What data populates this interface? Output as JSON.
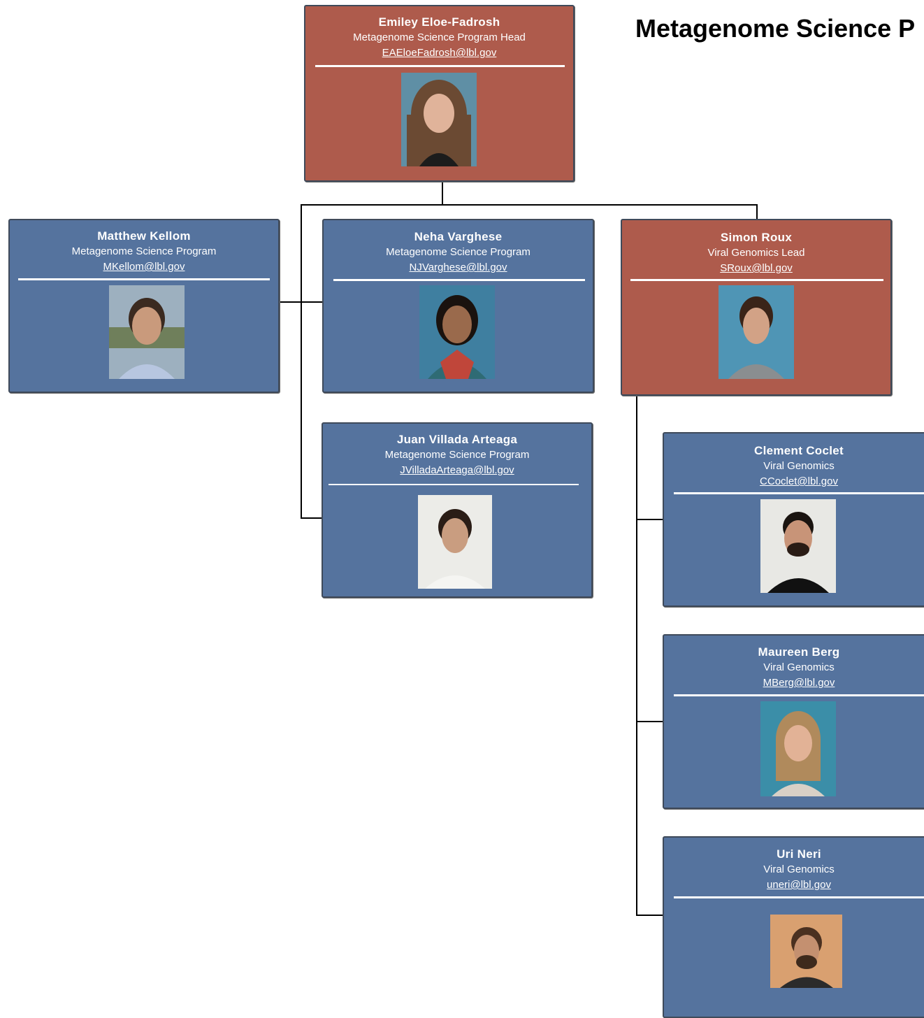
{
  "title": "Metagenome Science P",
  "colors": {
    "lead": "#ae5b4c",
    "member": "#55739e"
  },
  "people": {
    "emiley": {
      "name": "Emiley Eloe-Fadrosh",
      "role": "Metagenome Science Program Head",
      "email": "EAEloeFadrosh@lbl.gov"
    },
    "matthew": {
      "name": "Matthew Kellom",
      "role": "Metagenome Science Program",
      "email": "MKellom@lbl.gov"
    },
    "neha": {
      "name": "Neha Varghese",
      "role": "Metagenome Science Program",
      "email": "NJVarghese@lbl.gov"
    },
    "simon": {
      "name": "Simon Roux",
      "role": "Viral Genomics Lead",
      "email": "SRoux@lbl.gov"
    },
    "juan": {
      "name": "Juan Villada Arteaga",
      "role": "Metagenome Science Program",
      "email": "JVilladaArteaga@lbl.gov"
    },
    "clement": {
      "name": "Clement Coclet",
      "role": "Viral Genomics",
      "email": "CCoclet@lbl.gov"
    },
    "maureen": {
      "name": "Maureen Berg",
      "role": "Viral Genomics",
      "email": "MBerg@lbl.gov"
    },
    "uri": {
      "name": "Uri Neri",
      "role": "Viral Genomics",
      "email": "uneri@lbl.gov"
    }
  }
}
